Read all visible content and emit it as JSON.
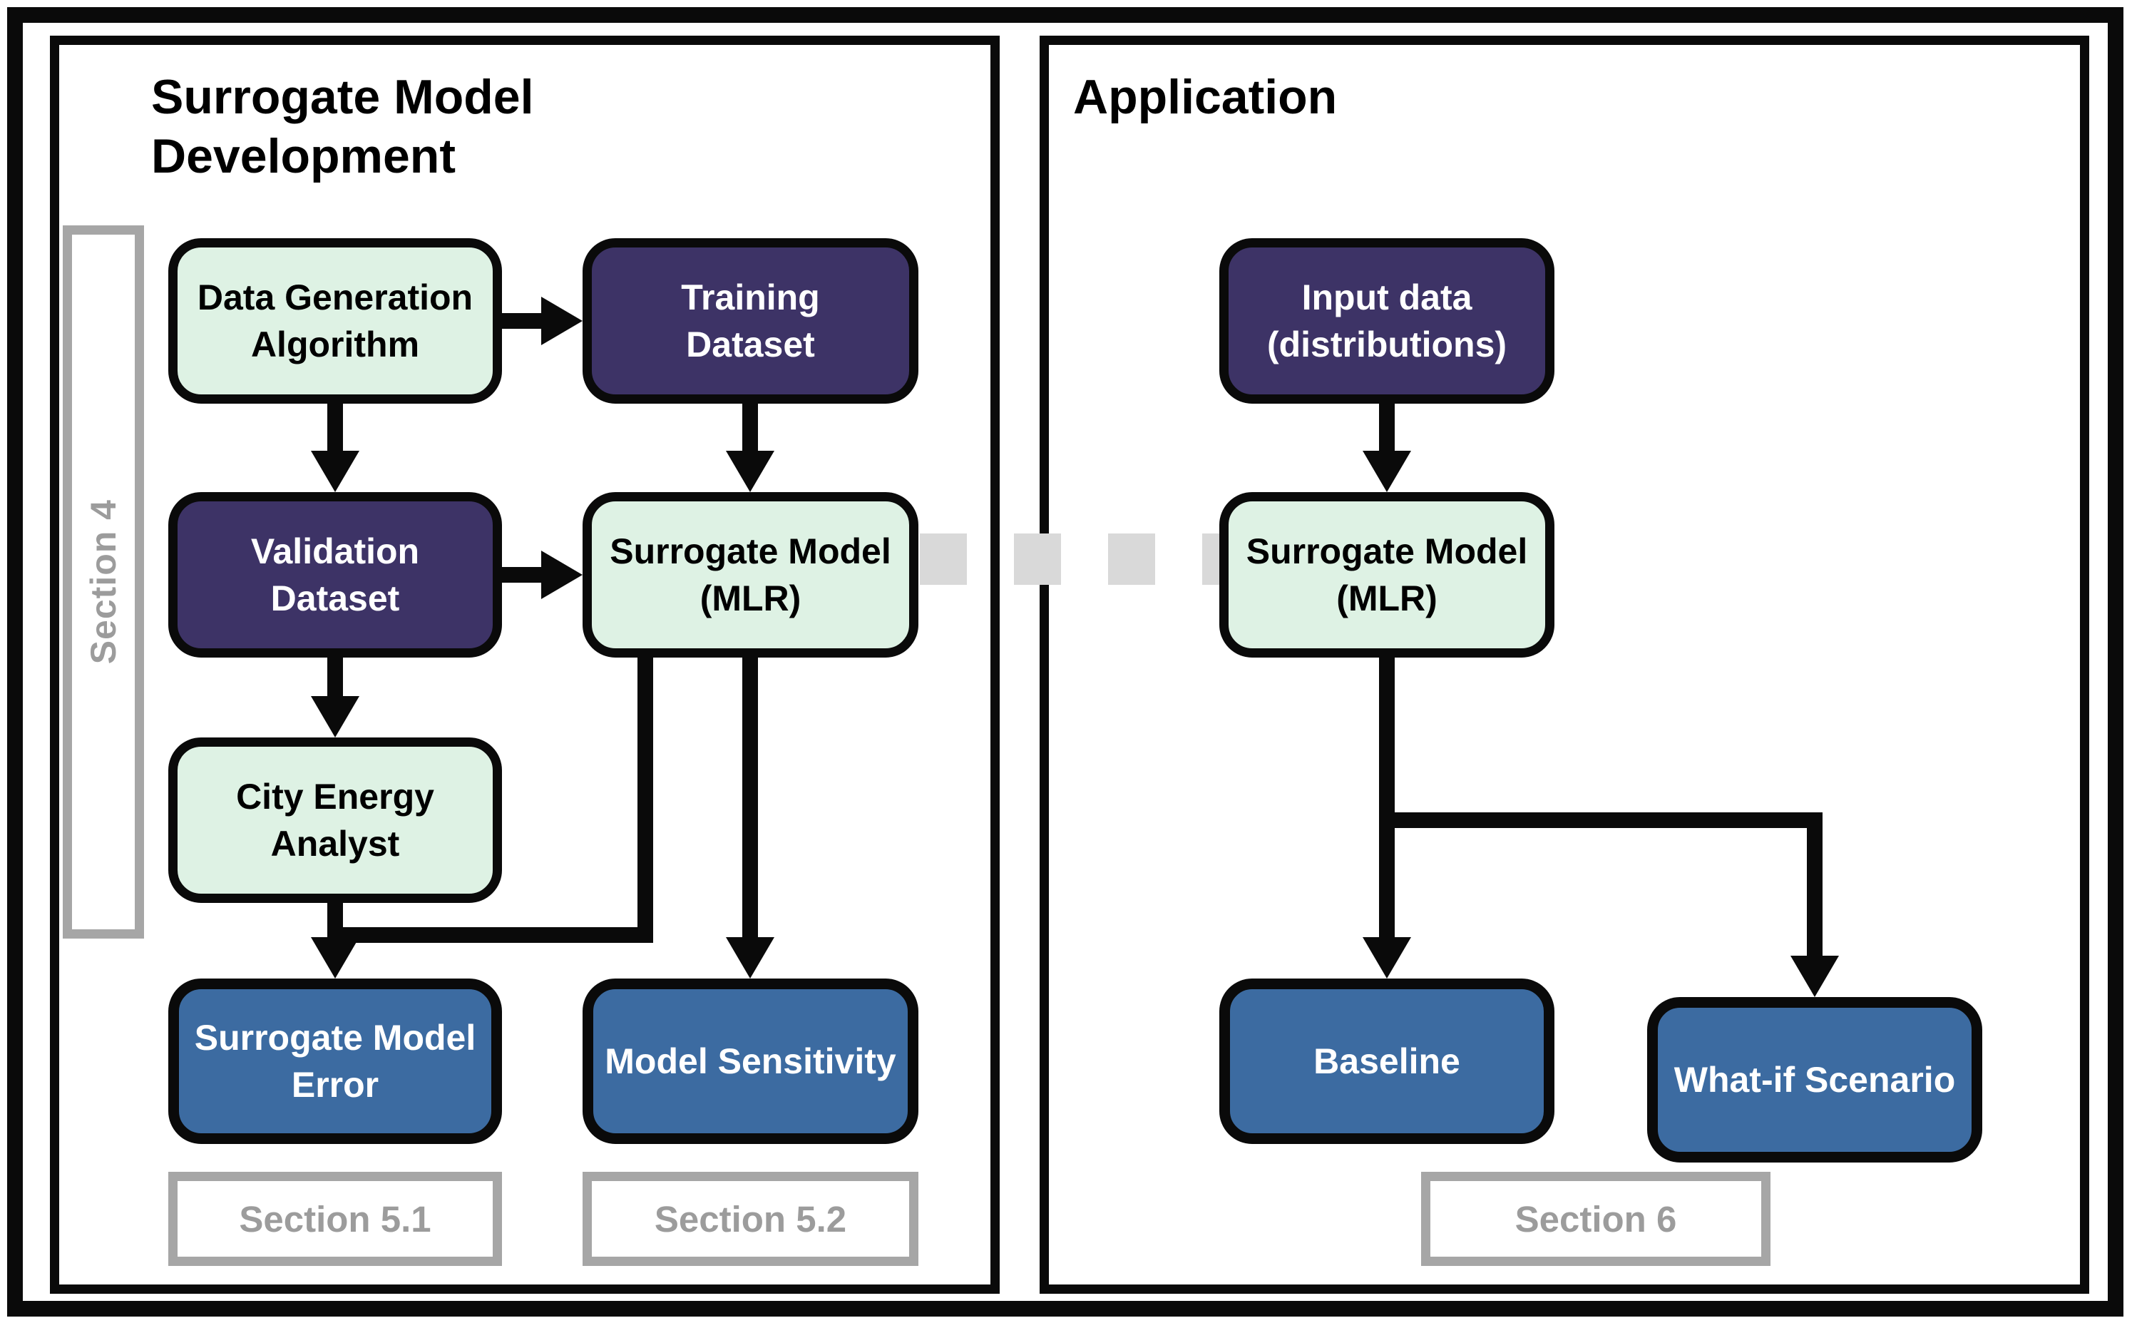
{
  "colors": {
    "box_green": "#def2e4",
    "box_purple": "#3d3366",
    "box_blue": "#3c6ba1",
    "line_black": "#0a0a0a",
    "section_gray": "#a6a6a6",
    "section_text": "#9c9c9c",
    "dash_gray": "#d9d9d9"
  },
  "left_panel": {
    "title": "Surrogate Model\nDevelopment",
    "section4": "Section 4",
    "nodes": {
      "data_generation": "Data Generation\nAlgorithm",
      "training_dataset": "Training\nDataset",
      "validation_dataset": "Validation\nDataset",
      "surrogate_model": "Surrogate Model\n(MLR)",
      "city_energy_analyst": "City Energy\nAnalyst",
      "surrogate_model_error": "Surrogate Model\nError",
      "model_sensitivity": "Model Sensitivity"
    },
    "section51": "Section 5.1",
    "section52": "Section 5.2"
  },
  "right_panel": {
    "title": "Application",
    "nodes": {
      "input_data": "Input data\n(distributions)",
      "surrogate_model": "Surrogate Model\n(MLR)",
      "baseline": "Baseline",
      "whatif_scenario": "What-if Scenario"
    },
    "section6": "Section 6"
  }
}
